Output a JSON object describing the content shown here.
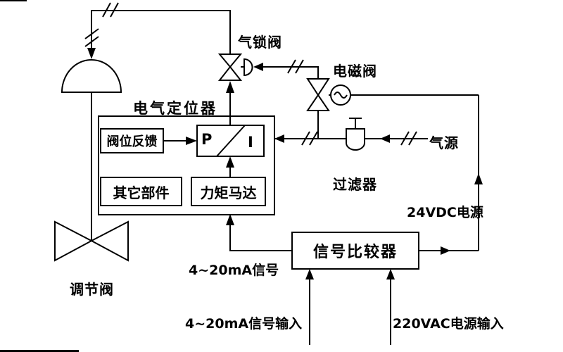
{
  "diagram": {
    "labels": {
      "positioner": "电气定位器",
      "valve_feedback": "阀位反馈",
      "p": "P",
      "i": "I",
      "other_parts": "其它部件",
      "torque_motor": "力矩马达",
      "air_lock_valve": "气锁阀",
      "solenoid_valve": "电磁阀",
      "filter": "过滤器",
      "air_source": "气源",
      "dc_power": "24VDC电源",
      "signal_comparator": "信号比较器",
      "ma_signal": "4~20mA信号",
      "control_valve": "调节阀",
      "ma_signal_input": "4~20mA信号输入",
      "ac_power_input": "220VAC电源输入"
    },
    "colors": {
      "line": "#000000",
      "background": "#ffffff",
      "text": "#000000"
    }
  }
}
